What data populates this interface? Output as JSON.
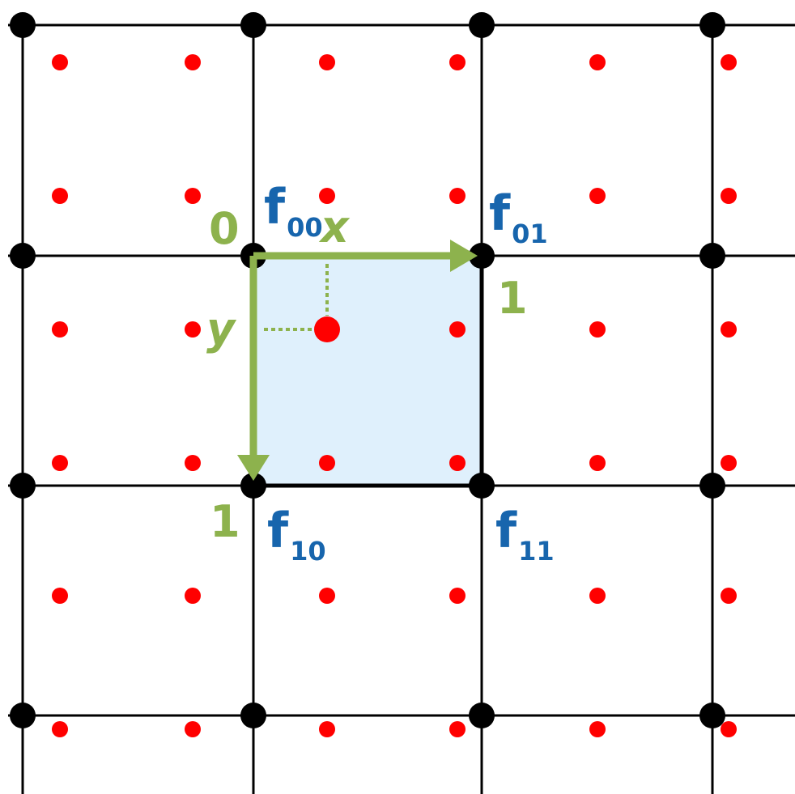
{
  "colors": {
    "grid": "#000000",
    "texel_dot": "#ff0000",
    "cell_fill": "#dff0fc",
    "axis": "#8db24d",
    "label_blue": "#1765ad"
  },
  "diagram": {
    "corners": [
      {
        "base": "f",
        "sub": "00"
      },
      {
        "base": "f",
        "sub": "01"
      },
      {
        "base": "f",
        "sub": "10"
      },
      {
        "base": "f",
        "sub": "11"
      }
    ],
    "axes": {
      "x_label": "x",
      "y_label": "y",
      "origin_label": "0",
      "x_end_label": "1",
      "y_end_label": "1"
    }
  }
}
